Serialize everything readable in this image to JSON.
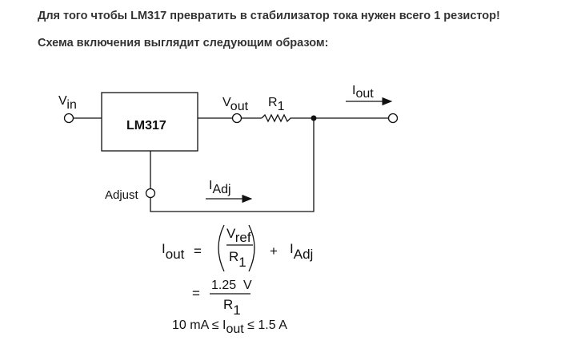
{
  "paragraphs": [
    "Для того чтобы LM317 превратить в стабилизатор тока нужен всего 1 резистор!",
    "Схема включения выглядит следующим образом:"
  ],
  "circuit": {
    "chip": "LM317",
    "vin": {
      "main": "V",
      "sub": "in"
    },
    "vout": {
      "main": "V",
      "sub": "out"
    },
    "r1": {
      "main": "R",
      "sub": "1"
    },
    "iout": {
      "main": "I",
      "sub": "out"
    },
    "adjust": "Adjust",
    "iadj": {
      "main": "I",
      "sub": "Adj"
    }
  },
  "formula": {
    "lhs": {
      "main": "I",
      "sub": "out"
    },
    "eq": "=",
    "num": {
      "main": "V",
      "sub": "ref"
    },
    "den": {
      "main": "R",
      "sub": "1"
    },
    "plus": "+",
    "iadj": {
      "main": "I",
      "sub": "Adj"
    },
    "eq2": "=",
    "num2": "1.25  V",
    "den2": {
      "main": "R",
      "sub": "1"
    },
    "range_left": "10 mA ≤ ",
    "range_i": "I",
    "range_sub": "out",
    "range_right": " ≤ 1.5 A"
  }
}
